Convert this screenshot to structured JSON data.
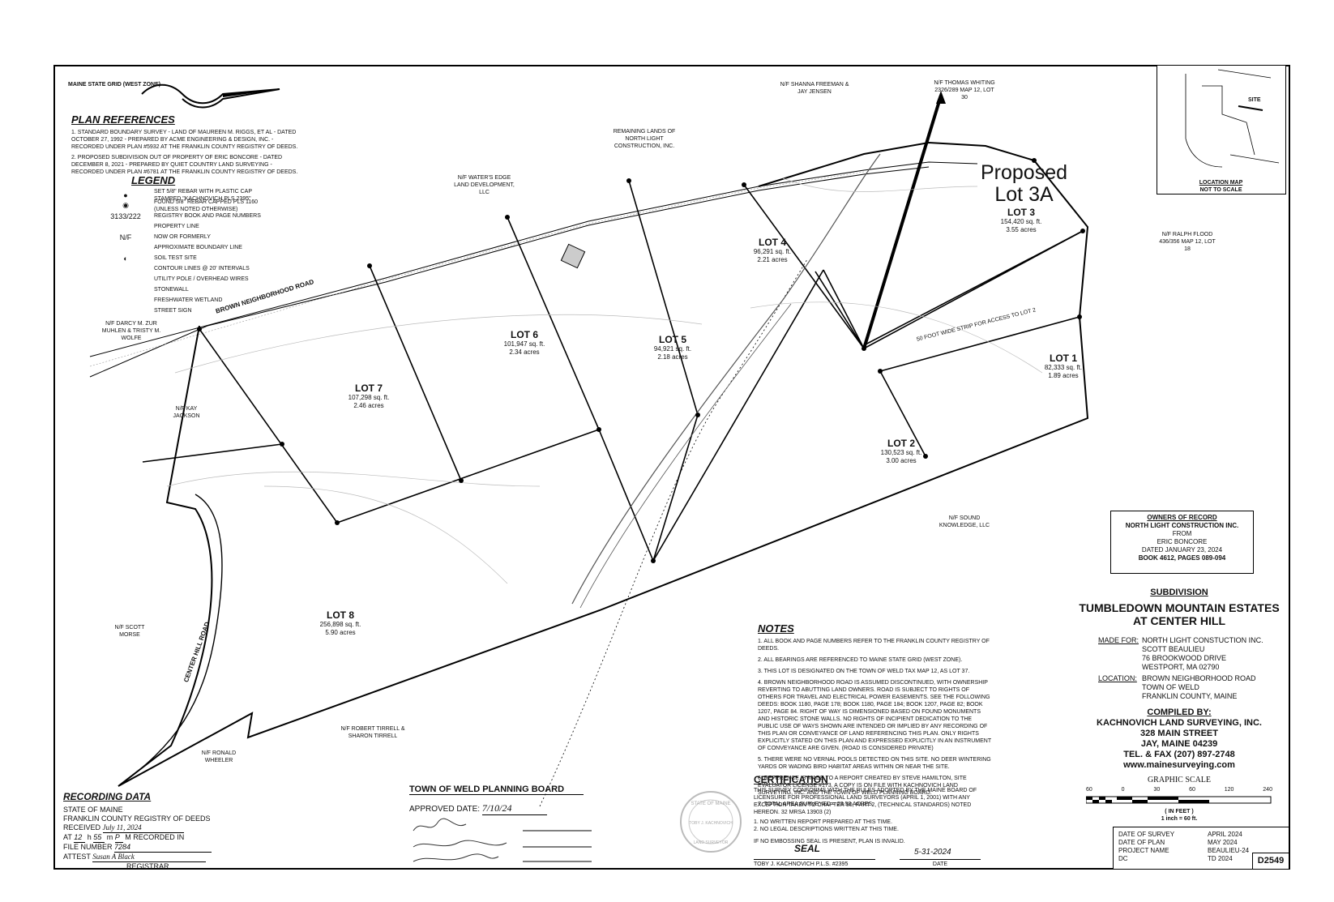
{
  "grid_label": "MAINE STATE GRID (WEST ZONE)",
  "plan_references": {
    "heading": "PLAN REFERENCES",
    "items": [
      "1. STANDARD BOUNDARY SURVEY - LAND OF MAUREEN M. RIGGS, ET AL - DATED OCTOBER 27, 1992 - PREPARED BY ACME ENGINEERING & DESIGN, INC. - RECORDED UNDER PLAN #5932 AT THE FRANKLIN COUNTY REGISTRY OF DEEDS.",
      "2. PROPOSED SUBDIVISION OUT OF PROPERTY OF ERIC BONCORE - DATED DECEMBER 8, 2021 - PREPARED BY QUIET COUNTRY LAND SURVEYING - RECORDED UNDER PLAN #6781 AT THE FRANKLIN COUNTY REGISTRY OF DEEDS."
    ]
  },
  "legend": {
    "heading": "LEGEND",
    "items": [
      {
        "symbol": "●",
        "label": "SET 5/8\" REBAR WITH PLASTIC CAP STAMPED \"KACHNOVICH PLS 2395\""
      },
      {
        "symbol": "◉",
        "label": "FOUND 5/8\" REBAR CAPPED PLS 1160 (UNLESS NOTED OTHERWISE)"
      },
      {
        "symbol": "3133/222",
        "label": "REGISTRY BOOK AND PAGE NUMBERS"
      },
      {
        "symbol": "",
        "label": "PROPERTY LINE"
      },
      {
        "symbol": "N/F",
        "label": "NOW OR FORMERLY"
      },
      {
        "symbol": "",
        "label": "APPROXIMATE BOUNDARY LINE"
      },
      {
        "symbol": "◐",
        "label": "SOIL TEST SITE"
      },
      {
        "symbol": "",
        "label": "CONTOUR LINES @ 20' INTERVALS"
      },
      {
        "symbol": "",
        "label": "UTILITY POLE / OVERHEAD WIRES"
      },
      {
        "symbol": "",
        "label": "STONEWALL"
      },
      {
        "symbol": "",
        "label": "FRESHWATER WETLAND"
      },
      {
        "symbol": "",
        "label": "STREET SIGN"
      }
    ]
  },
  "lots": [
    {
      "name": "LOT 1",
      "sqft": "82,333 sq. ft.",
      "acres": "1.89 acres"
    },
    {
      "name": "LOT 2",
      "sqft": "130,523 sq. ft.",
      "acres": "3.00 acres"
    },
    {
      "name": "LOT 3",
      "sqft": "154,420 sq. ft.",
      "acres": "3.55 acres"
    },
    {
      "name": "LOT 4",
      "sqft": "96,291 sq. ft.",
      "acres": "2.21 acres"
    },
    {
      "name": "LOT 5",
      "sqft": "94,921 sq. ft.",
      "acres": "2.18 acres"
    },
    {
      "name": "LOT 6",
      "sqft": "101,947 sq. ft.",
      "acres": "2.34 acres"
    },
    {
      "name": "LOT 7",
      "sqft": "107,298 sq. ft.",
      "acres": "2.46 acres"
    },
    {
      "name": "LOT 8",
      "sqft": "256,898 sq. ft.",
      "acres": "5.90 acres"
    }
  ],
  "proposed": {
    "line1": "Proposed",
    "line2": "Lot 3A"
  },
  "roads": {
    "brown": "BROWN NEIGHBORHOOD ROAD",
    "center": "CENTER HILL ROAD",
    "strip": "50 FOOT WIDE STRIP FOR ACCESS TO LOT 2"
  },
  "abutters": {
    "powers": "N/F SHANNA FREEMAN & JAY JENSEN",
    "whiting": "N/F THOMAS WHITING 2326/289 MAP 12, LOT 30",
    "flood": "N/F RALPH FLOOD 436/356 MAP 12, LOT 18",
    "remaining": "REMAINING LANDS OF NORTH LIGHT CONSTRUCTION, INC.",
    "waters_edge": "N/F WATER'S EDGE LAND DEVELOPMENT, LLC",
    "darcy": "N/F DARCY M. ZUR MUHLEN & TRISTY M. WOLFE",
    "jackson": "N/F KAY JACKSON",
    "morse": "N/F SCOTT MORSE",
    "sound": "N/F SOUND KNOWLEDGE, LLC",
    "tirrell": "N/F ROBERT TIRRELL & SHARON TIRRELL",
    "wheeler": "N/F RONALD WHEELER"
  },
  "location_map": {
    "label": "LOCATION MAP",
    "sub": "NOT TO SCALE",
    "site": "SITE"
  },
  "owners": {
    "heading": "OWNERS OF RECORD",
    "name": "NORTH LIGHT CONSTRUCTION INC.",
    "from": "FROM",
    "prev": "ERIC BONCORE",
    "dated": "DATED JANUARY 23, 2024",
    "book": "BOOK 4612, PAGES 089-094"
  },
  "title": {
    "sub": "SUBDIVISION",
    "line1": "TUMBLEDOWN MOUNTAIN ESTATES",
    "line2": "AT CENTER HILL"
  },
  "made_for": {
    "label": "MADE FOR:",
    "lines": [
      "NORTH LIGHT CONSTUCTION INC.",
      "SCOTT BEAULIEU",
      "76 BROOKWOOD DRIVE",
      "WESTPORT, MA 02790"
    ]
  },
  "location": {
    "label": "LOCATION:",
    "lines": [
      "BROWN NEIGHBORHOOD ROAD",
      "TOWN OF WELD",
      "FRANKLIN COUNTY, MAINE"
    ]
  },
  "compiled": {
    "label": "COMPILED BY:",
    "lines": [
      "KACHNOVICH LAND SURVEYING, INC.",
      "328 MAIN STREET",
      "JAY, MAINE 04239",
      "TEL. & FAX (207) 897-2748",
      "www.mainesurveying.com"
    ]
  },
  "graphic_scale": {
    "label": "GRAPHIC SCALE",
    "ticks": [
      "60",
      "0",
      "30",
      "60",
      "120",
      "240"
    ],
    "unit": "( IN FEET )",
    "ratio": "1 inch = 60 ft."
  },
  "notes": {
    "heading": "NOTES",
    "items": [
      "1. ALL BOOK AND PAGE NUMBERS REFER TO THE FRANKLIN COUNTY REGISTRY OF DEEDS.",
      "2. ALL BEARINGS ARE REFERENCED TO MAINE STATE GRID (WEST ZONE).",
      "3. THIS LOT IS DESIGNATED ON THE TOWN OF WELD TAX MAP 12, AS LOT 37.",
      "4. BROWN NEIGHBORHOOD ROAD IS ASSUMED DISCONTINUED, WITH OWNERSHIP REVERTING TO ABUTTING LAND OWNERS. ROAD IS SUBJECT TO RIGHTS OF OTHERS FOR TRAVEL AND ELECTRICAL POWER EASEMENTS. SEE THE FOLLOWING DEEDS: BOOK 1180, PAGE 178; BOOK 1180, PAGE 184; BOOK 1207, PAGE 82; BOOK 1207, PAGE 84. RIGHT OF WAY IS DIMENSIONED BASED ON FOUND MONUMENTS AND HISTORIC STONE WALLS. NO RIGHTS OF INCIPIENT DEDICATION TO THE PUBLIC USE OF WAYS SHOWN ARE INTENDED OR IMPLIED BY ANY RECORDING OF THIS PLAN OR CONVEYANCE OF LAND REFERENCING THIS PLAN. ONLY RIGHTS EXPLICITLY STATED ON THIS PLAN AND EXPRESSED EXPLICITLY IN AN INSTRUMENT OF CONVEYANCE ARE GIVEN. (ROAD IS CONSIDERED PRIVATE)",
      "5. THERE WERE NO VERNAL POOLS DETECTED ON THIS SITE. NO DEER WINTERING YARDS OR WADING BIRD HABITAT AREAS WITHIN OR NEAR THE SITE.",
      "6. REFERENCE IS MADE TO A REPORT CREATED BY STEVE HAMILTON, SITE EVALUATOR LICENSE #173, A COPY IS ON FILE WITH KACHNOVICH LAND SURVEYING, INC. AND THE TOWN OF WELD PLANNING BOARD.",
      "7. TOTAL AREA SURVEYED = 23.53 ACRES."
    ]
  },
  "certification": {
    "heading": "CERTIFICATION",
    "text": "THIS SURVEY CONFORMS WITH THE RULES ADOPTED BY THE MAINE BOARD OF LICENSURE FOR PROFESSIONAL LAND SURVEYORS (APRIL 1, 2001) WITH ANY EXCEPTION TAKEN TO CHAPTER 90, PART 2, (TECHNICAL STANDARDS) NOTED HEREON. 32 MRSA 13903 (2)",
    "items": [
      "1. NO WRITTEN REPORT PREPARED AT THIS TIME.",
      "2. NO LEGAL DESCRIPTIONS WRITTEN AT THIS TIME."
    ],
    "emboss": "IF NO EMBOSSING SEAL IS PRESENT, PLAN IS INVALID.",
    "signer": "TOBY J. KACHNOVICH P.L.S. #2395",
    "date_label": "DATE",
    "date_value": "5-31-2024",
    "seal_text": "SEAL",
    "stamp_top": "STATE OF MAINE",
    "stamp_mid": "TOBY J. KACHNOVICH",
    "stamp_bottom": "LAND SURVEYOR"
  },
  "planning": {
    "heading": "TOWN OF WELD PLANNING BOARD",
    "approved_label": "APPROVED DATE:",
    "approved_value": "7/10/24"
  },
  "recording": {
    "heading": "RECORDING DATA",
    "state": "STATE OF MAINE",
    "registry": "FRANKLIN COUNTY REGISTRY OF DEEDS",
    "received_label": "RECEIVED",
    "received_value": "July 11, 2024",
    "at_label": "AT",
    "at_h": "12",
    "at_m": "55",
    "at_p": "P",
    "at_tail": "RECORDED IN",
    "file_label": "FILE NUMBER",
    "file_value": "7284",
    "attest_label": "ATTEST",
    "attest_value": "Susan A Black",
    "registrar": "REGISTRAR"
  },
  "dates": {
    "rows": [
      {
        "label": "DATE OF SURVEY",
        "value": "APRIL 2024"
      },
      {
        "label": "DATE OF PLAN",
        "value": "MAY 2024"
      },
      {
        "label": "PROJECT NAME",
        "value": "BEAULIEU-24"
      },
      {
        "label": "DC",
        "value": "TD 2024"
      }
    ],
    "plan_no": "D2549"
  }
}
